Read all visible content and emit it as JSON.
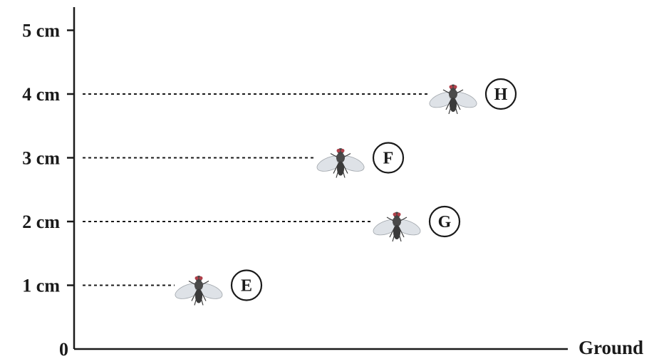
{
  "axis": {
    "ticks": [
      {
        "value": 0,
        "label": "0"
      },
      {
        "value": 1,
        "label": "1 cm"
      },
      {
        "value": 2,
        "label": "2 cm"
      },
      {
        "value": 3,
        "label": "3 cm"
      },
      {
        "value": 4,
        "label": "4 cm"
      },
      {
        "value": 5,
        "label": "5 cm"
      }
    ],
    "ground_label": "Ground"
  },
  "flies": [
    {
      "id": "E",
      "height_cm": 1
    },
    {
      "id": "G",
      "height_cm": 2
    },
    {
      "id": "F",
      "height_cm": 3
    },
    {
      "id": "H",
      "height_cm": 4
    }
  ],
  "icons": {
    "fly": "housefly-icon"
  },
  "colors": {
    "ink": "#1a1a1a",
    "wing": "#d9dde2",
    "body": "#3a3a3a",
    "eye": "#b0404a"
  }
}
